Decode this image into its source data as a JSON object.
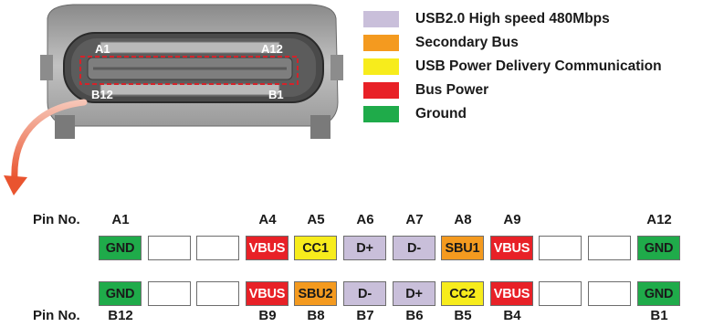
{
  "connector": {
    "label_a1": "A1",
    "label_a12": "A12",
    "label_b12": "B12",
    "label_b1": "B1"
  },
  "legend": [
    {
      "label": "USB2.0 High speed 480Mbps",
      "color": "#c9bfda"
    },
    {
      "label": "Secondary Bus",
      "color": "#f49a1f"
    },
    {
      "label": "USB Power Delivery Communication",
      "color": "#f7ec1c"
    },
    {
      "label": "Bus Power",
      "color": "#e82127"
    },
    {
      "label": "Ground",
      "color": "#1fab4a"
    }
  ],
  "top_row": {
    "title": "Pin No.",
    "labels": [
      "A1",
      "",
      "",
      "A4",
      "A5",
      "A6",
      "A7",
      "A8",
      "A9",
      "",
      "",
      "A12"
    ],
    "pins": [
      {
        "text": "GND",
        "color": "#1fab4a"
      },
      {
        "text": "",
        "color": "#ffffff"
      },
      {
        "text": "",
        "color": "#ffffff"
      },
      {
        "text": "VBUS",
        "color": "#e82127"
      },
      {
        "text": "CC1",
        "color": "#f7ec1c"
      },
      {
        "text": "D+",
        "color": "#c9bfda"
      },
      {
        "text": "D-",
        "color": "#c9bfda"
      },
      {
        "text": "SBU1",
        "color": "#f49a1f"
      },
      {
        "text": "VBUS",
        "color": "#e82127"
      },
      {
        "text": "",
        "color": "#ffffff"
      },
      {
        "text": "",
        "color": "#ffffff"
      },
      {
        "text": "GND",
        "color": "#1fab4a"
      }
    ]
  },
  "bottom_row": {
    "title": "Pin No.",
    "labels": [
      "B12",
      "",
      "",
      "B9",
      "B8",
      "B7",
      "B6",
      "B5",
      "B4",
      "",
      "",
      "B1"
    ],
    "pins": [
      {
        "text": "GND",
        "color": "#1fab4a"
      },
      {
        "text": "",
        "color": "#ffffff"
      },
      {
        "text": "",
        "color": "#ffffff"
      },
      {
        "text": "VBUS",
        "color": "#e82127"
      },
      {
        "text": "SBU2",
        "color": "#f49a1f"
      },
      {
        "text": "D-",
        "color": "#c9bfda"
      },
      {
        "text": "D+",
        "color": "#c9bfda"
      },
      {
        "text": "CC2",
        "color": "#f7ec1c"
      },
      {
        "text": "VBUS",
        "color": "#e82127"
      },
      {
        "text": "",
        "color": "#ffffff"
      },
      {
        "text": "",
        "color": "#ffffff"
      },
      {
        "text": "GND",
        "color": "#1fab4a"
      }
    ]
  }
}
